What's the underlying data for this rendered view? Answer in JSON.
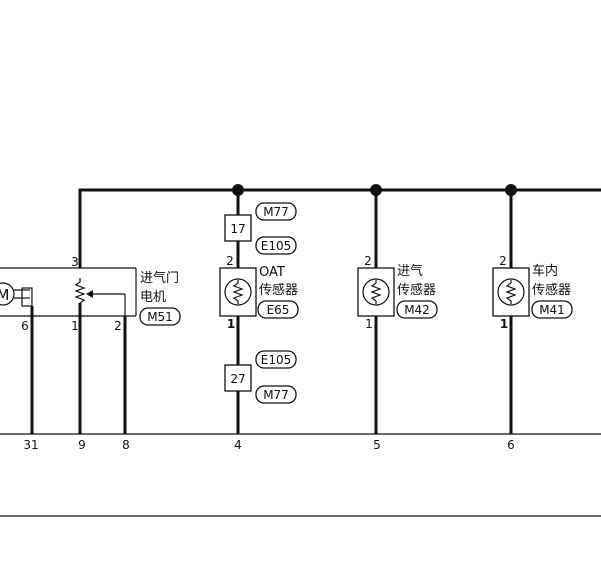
{
  "motor": {
    "name_line1": "进气门",
    "name_line2": "电机",
    "connector": "M51",
    "pin_top": "3",
    "pin_left": "6",
    "pin_mid": "1",
    "pin_right": "2",
    "motor_symbol": "M"
  },
  "oat_sensor": {
    "name_line1": "OAT",
    "name_line2": "传感器",
    "connector": "E65",
    "pin_top": "2",
    "pin_bottom": "1",
    "upper_junction": {
      "number": "17",
      "conn_top": "M77",
      "conn_bottom": "E105"
    },
    "lower_junction": {
      "number": "27",
      "conn_top": "E105",
      "conn_bottom": "M77"
    }
  },
  "intake_sensor": {
    "name_line1": "进气",
    "name_line2": "传感器",
    "connector": "M42",
    "pin_top": "2",
    "pin_bottom": "1"
  },
  "cabin_sensor": {
    "name_line1": "车内",
    "name_line2": "传感器",
    "connector": "M41",
    "pin_top": "2",
    "pin_bottom": "1"
  },
  "terminals": [
    "31",
    "9",
    "8",
    "4",
    "5",
    "6"
  ]
}
